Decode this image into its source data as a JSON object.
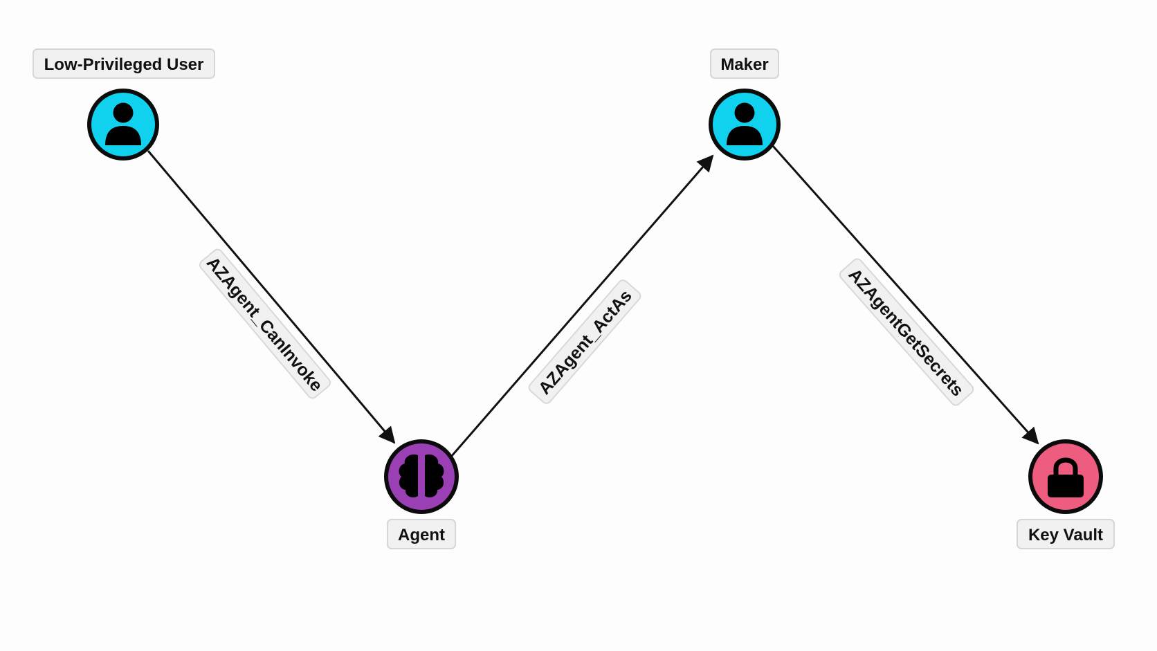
{
  "nodes": {
    "low_privileged_user": {
      "label": "Low-Privileged User",
      "icon": "user-icon",
      "color": "#10d2ee"
    },
    "agent": {
      "label": "Agent",
      "icon": "brain-icon",
      "color": "#9b3fb4"
    },
    "maker": {
      "label": "Maker",
      "icon": "user-icon",
      "color": "#10d2ee"
    },
    "key_vault": {
      "label": "Key Vault",
      "icon": "lock-icon",
      "color": "#ee5d80"
    }
  },
  "edges": {
    "can_invoke": {
      "label": "AZAgent_CanInvoke",
      "from": "Low-Privileged User",
      "to": "Agent"
    },
    "act_as": {
      "label": "AZAgent_ActAs",
      "from": "Agent",
      "to": "Maker"
    },
    "get_secrets": {
      "label": "AZAgentGetSecrets",
      "from": "Maker",
      "to": "Key Vault"
    }
  }
}
